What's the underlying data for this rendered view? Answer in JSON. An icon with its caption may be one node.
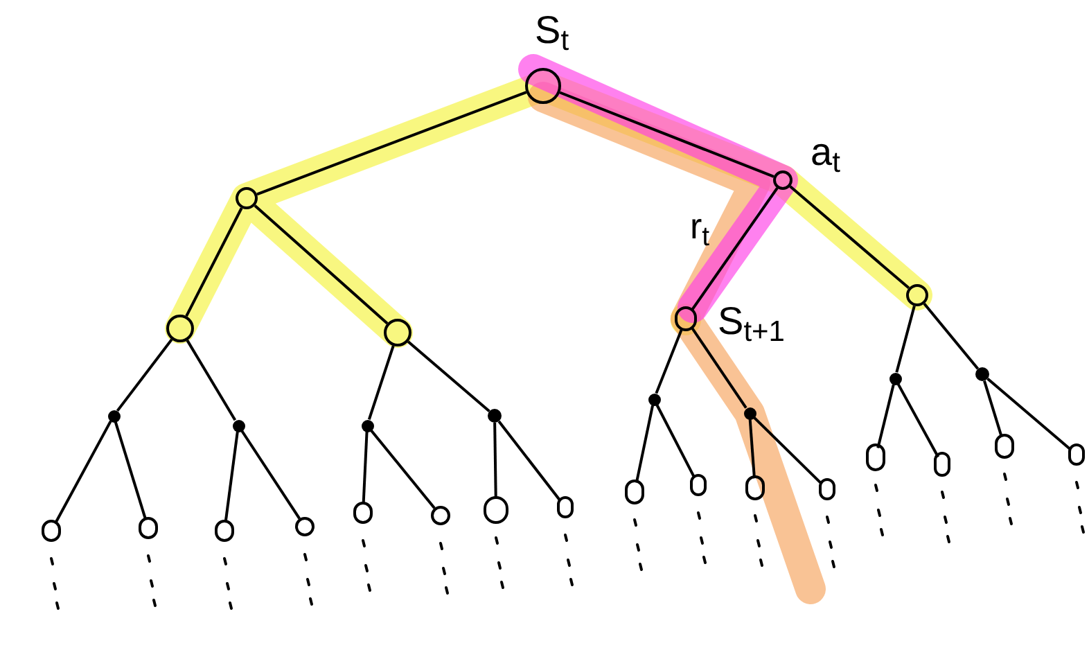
{
  "diagram": {
    "nodes": [
      {
        "text": [],
        "shape": "circle",
        "beside": [
          "S$_{t}$"
        ]
      },
      {
        "text": [],
        "shape": "circle"
      },
      {
        "text": [],
        "shape": "circle",
        "beside": [
          "a$_{t}$"
        ]
      },
      {
        "text": [],
        "shape": "circle"
      },
      {
        "text": [],
        "shape": "circle"
      },
      {
        "text": [],
        "shape": "circle",
        "beside": [
          "S$_{t+1}$"
        ]
      },
      {
        "text": [],
        "shape": "circle"
      },
      {
        "text": [],
        "shape": "dot"
      },
      {
        "text": [],
        "shape": "dot"
      },
      {
        "text": [],
        "shape": "dot"
      },
      {
        "text": [],
        "shape": "dot"
      },
      {
        "text": [],
        "shape": "dot"
      },
      {
        "text": [],
        "shape": "dot"
      },
      {
        "text": [],
        "shape": "dot"
      },
      {
        "text": [],
        "shape": "dot"
      },
      {
        "text": [],
        "shape": "circle"
      },
      {
        "text": [],
        "shape": "circle"
      },
      {
        "text": [],
        "shape": "circle"
      },
      {
        "text": [],
        "shape": "circle"
      },
      {
        "text": [],
        "shape": "circle"
      },
      {
        "text": [],
        "shape": "circle"
      },
      {
        "text": [],
        "shape": "circle"
      },
      {
        "text": [],
        "shape": "circle"
      },
      {
        "text": [],
        "shape": "circle"
      },
      {
        "text": [],
        "shape": "circle"
      },
      {
        "text": [],
        "shape": "circle"
      },
      {
        "text": [],
        "shape": "circle"
      },
      {
        "text": [],
        "shape": "circle"
      },
      {
        "text": [],
        "shape": "circle"
      },
      {
        "text": [],
        "shape": "circle"
      },
      {
        "text": [],
        "shape": "circle"
      }
    ],
    "edges": [
      {
        "from": 0,
        "to": 1,
        "arrow": "none"
      },
      {
        "from": 0,
        "to": 2,
        "arrow": "none"
      },
      {
        "from": 1,
        "to": 3,
        "arrow": "none"
      },
      {
        "from": 1,
        "to": 4,
        "arrow": "none"
      },
      {
        "from": 2,
        "to": 5,
        "arrow": "none",
        "label": "r$_{t}$"
      },
      {
        "from": 2,
        "to": 6,
        "arrow": "none"
      },
      {
        "from": 3,
        "to": 7,
        "arrow": "none"
      },
      {
        "from": 3,
        "to": 8,
        "arrow": "none"
      },
      {
        "from": 4,
        "to": 9,
        "arrow": "none"
      },
      {
        "from": 4,
        "to": 10,
        "arrow": "none"
      },
      {
        "from": 5,
        "to": 11,
        "arrow": "none"
      },
      {
        "from": 5,
        "to": 12,
        "arrow": "none"
      },
      {
        "from": 6,
        "to": 13,
        "arrow": "none"
      },
      {
        "from": 6,
        "to": 14,
        "arrow": "none"
      },
      {
        "from": 7,
        "to": 15,
        "arrow": "none"
      },
      {
        "from": 7,
        "to": 16,
        "arrow": "none"
      },
      {
        "from": 8,
        "to": 17,
        "arrow": "none"
      },
      {
        "from": 8,
        "to": 18,
        "arrow": "none"
      },
      {
        "from": 9,
        "to": 19,
        "arrow": "none"
      },
      {
        "from": 9,
        "to": 20,
        "arrow": "none"
      },
      {
        "from": 10,
        "to": 21,
        "arrow": "none"
      },
      {
        "from": 10,
        "to": 22,
        "arrow": "none"
      },
      {
        "from": 11,
        "to": 23,
        "arrow": "none"
      },
      {
        "from": 11,
        "to": 24,
        "arrow": "none"
      },
      {
        "from": 12,
        "to": 25,
        "arrow": "none"
      },
      {
        "from": 12,
        "to": 26,
        "arrow": "none"
      },
      {
        "from": 13,
        "to": 27,
        "arrow": "none"
      },
      {
        "from": 13,
        "to": 28,
        "arrow": "none"
      },
      {
        "from": 14,
        "to": 29,
        "arrow": "none"
      },
      {
        "from": 14,
        "to": 30,
        "arrow": "none"
      }
    ]
  }
}
